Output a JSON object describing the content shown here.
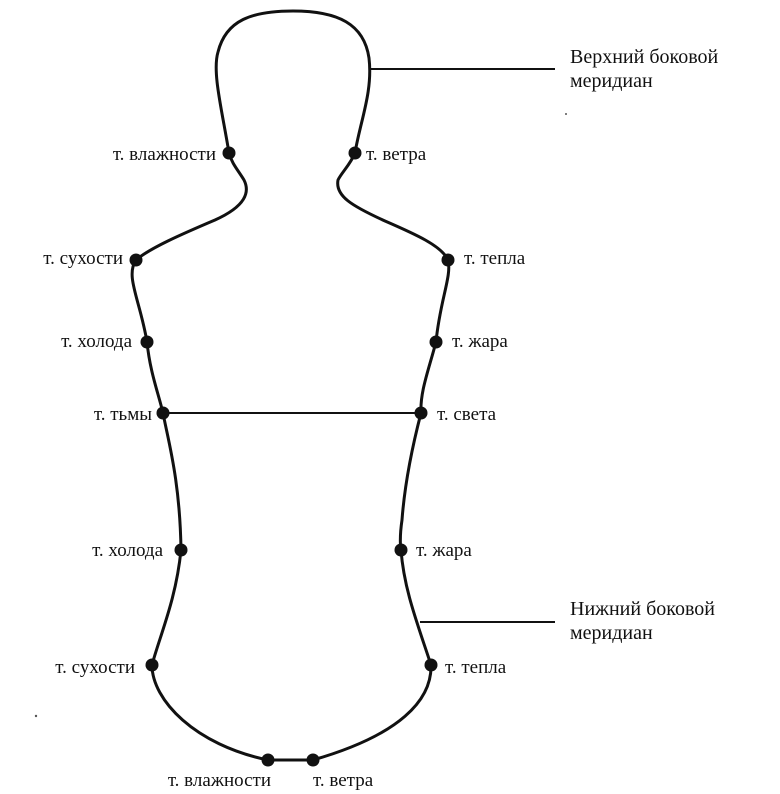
{
  "colors": {
    "stroke": "#111111",
    "background": "#ffffff"
  },
  "meridians": {
    "upper": {
      "line1": "Верхний боковой",
      "line2": "меридиан"
    },
    "lower": {
      "line1": "Нижний боковой",
      "line2": "меридиан"
    }
  },
  "points": {
    "left_moisture_upper": "т. влажности",
    "right_wind_upper": "т. ветра",
    "left_dryness_upper": "т. сухости",
    "right_warmth_upper": "т. тепла",
    "left_cold_upper": "т. холода",
    "right_heat_upper": "т. жара",
    "left_darkness": "т. тьмы",
    "right_light": "т. света",
    "left_cold_lower": "т. холода",
    "right_heat_lower": "т. жара",
    "left_dryness_lower": "т. сухости",
    "right_warmth_lower": "т. тепла",
    "bottom_moisture": "т. влажности",
    "bottom_wind": "т. ветра"
  }
}
